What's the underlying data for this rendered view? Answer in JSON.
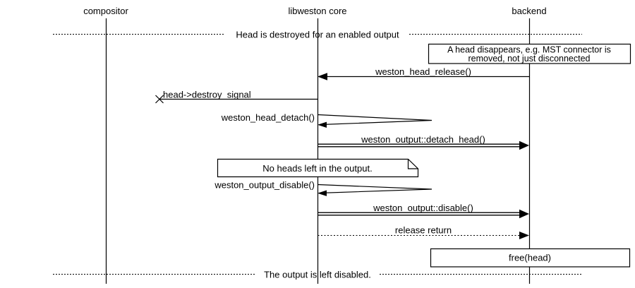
{
  "diagram": {
    "participants": [
      {
        "label": "compositor"
      },
      {
        "label": "libweston core"
      },
      {
        "label": "backend"
      }
    ],
    "dividers": {
      "top": "Head is destroyed for an enabled output",
      "bottom": "The output is left disabled."
    },
    "notes": {
      "head_disappears": {
        "line1": "A head disappears, e.g. MST connector is",
        "line2": "removed, not just disconnected"
      },
      "no_heads": {
        "text": "No heads left in the output."
      }
    },
    "messages": {
      "head_release": {
        "label": "weston_head_release()",
        "from": "backend",
        "to": "libweston core",
        "style": "solid"
      },
      "destroy_signal": {
        "label": "head->destroy_signal",
        "from": "libweston core",
        "to": "lost",
        "style": "lost"
      },
      "head_detach": {
        "label": "weston_head_detach()",
        "from": "libweston core",
        "to": "libweston core",
        "style": "self"
      },
      "detach_head": {
        "label": "weston_output::detach_head()",
        "from": "libweston core",
        "to": "backend",
        "style": "double"
      },
      "output_disable": {
        "label": "weston_output_disable()",
        "from": "libweston core",
        "to": "libweston core",
        "style": "self"
      },
      "disable": {
        "label": "weston_output::disable()",
        "from": "libweston core",
        "to": "backend",
        "style": "double"
      },
      "release_return": {
        "label": "release return",
        "from": "libweston core",
        "to": "backend",
        "style": "dotted"
      }
    },
    "action": {
      "label": "free(head)"
    },
    "colors": {
      "line": "#000000",
      "background": "#ffffff",
      "text": "#000000"
    }
  }
}
